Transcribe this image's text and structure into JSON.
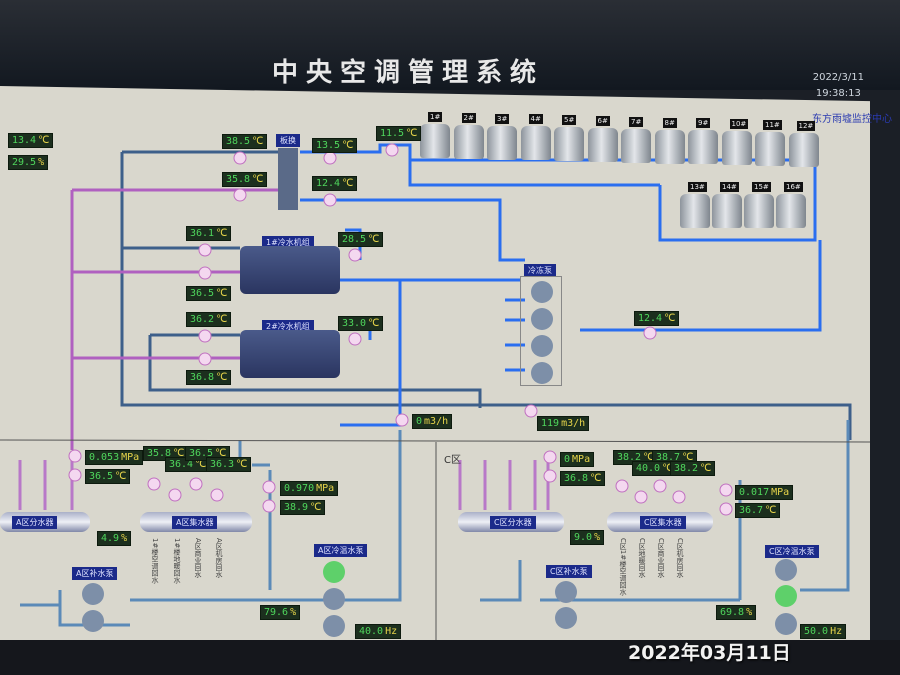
{
  "header": {
    "title": "中央空调管理系统",
    "date": "2022/3/11",
    "time": "19:38:13",
    "org": "东方雨墟监控中心"
  },
  "photo_timestamp": "2022年03月11日",
  "labels": {
    "plate_hx": "板换",
    "chiller1": "1#冷水机组",
    "chiller2": "2#冷水机组",
    "chw_pumps": "冷冻泵",
    "zone_c": "C区",
    "a_dist": "A区分水器",
    "a_coll": "A区集水器",
    "a_makeup": "A区补水泵",
    "a_circ": "A区冷温水泵",
    "c_dist": "C区分水器",
    "c_coll": "C区集水器",
    "c_makeup": "C区补水泵",
    "c_circ": "C区冷温水泵"
  },
  "branches_a": [
    "1#楼空调回水",
    "1#楼地暖回水",
    "A区商业回水",
    "A区机房回水"
  ],
  "branches_c": [
    "C区1#楼空调回水",
    "C区地暖回水",
    "C区商业回水",
    "C区机房回水"
  ],
  "towers": [
    "1#",
    "2#",
    "3#",
    "4#",
    "5#",
    "6#",
    "7#",
    "8#",
    "9#",
    "10#",
    "11#",
    "12#",
    "13#",
    "14#",
    "15#",
    "16#"
  ],
  "readouts": [
    {
      "v": "13.4",
      "u": "℃"
    },
    {
      "v": "29.5",
      "u": "%"
    },
    {
      "v": "38.5",
      "u": "℃"
    },
    {
      "v": "35.8",
      "u": "℃"
    },
    {
      "v": "13.5",
      "u": "℃"
    },
    {
      "v": "12.4",
      "u": "℃"
    },
    {
      "v": "11.5",
      "u": "℃"
    },
    {
      "v": "36.1",
      "u": "℃"
    },
    {
      "v": "36.5",
      "u": "℃"
    },
    {
      "v": "28.5",
      "u": "℃"
    },
    {
      "v": "36.2",
      "u": "℃"
    },
    {
      "v": "36.8",
      "u": "℃"
    },
    {
      "v": "33.0",
      "u": "℃"
    },
    {
      "v": "12.4",
      "u": "℃"
    },
    {
      "v": "0",
      "u": "m3/h"
    },
    {
      "v": "119",
      "u": "m3/h"
    },
    {
      "v": "0.053",
      "u": "MPa"
    },
    {
      "v": "36.5",
      "u": "℃"
    },
    {
      "v": "35.8",
      "u": "℃"
    },
    {
      "v": "36.4",
      "u": "℃"
    },
    {
      "v": "36.5",
      "u": "℃"
    },
    {
      "v": "36.3",
      "u": "℃"
    },
    {
      "v": "0.970",
      "u": "MPa"
    },
    {
      "v": "38.9",
      "u": "℃"
    },
    {
      "v": "4.9",
      "u": "%"
    },
    {
      "v": "79.6",
      "u": "%"
    },
    {
      "v": "40.0",
      "u": "Hz"
    },
    {
      "v": "0",
      "u": "MPa"
    },
    {
      "v": "36.8",
      "u": "℃"
    },
    {
      "v": "38.2",
      "u": "℃"
    },
    {
      "v": "38.7",
      "u": "℃"
    },
    {
      "v": "40.0",
      "u": "℃"
    },
    {
      "v": "38.2",
      "u": "℃"
    },
    {
      "v": "0.017",
      "u": "MPa"
    },
    {
      "v": "36.7",
      "u": "℃"
    },
    {
      "v": "9.0",
      "u": "%"
    },
    {
      "v": "69.8",
      "u": "%"
    },
    {
      "v": "50.0",
      "u": "Hz"
    }
  ]
}
